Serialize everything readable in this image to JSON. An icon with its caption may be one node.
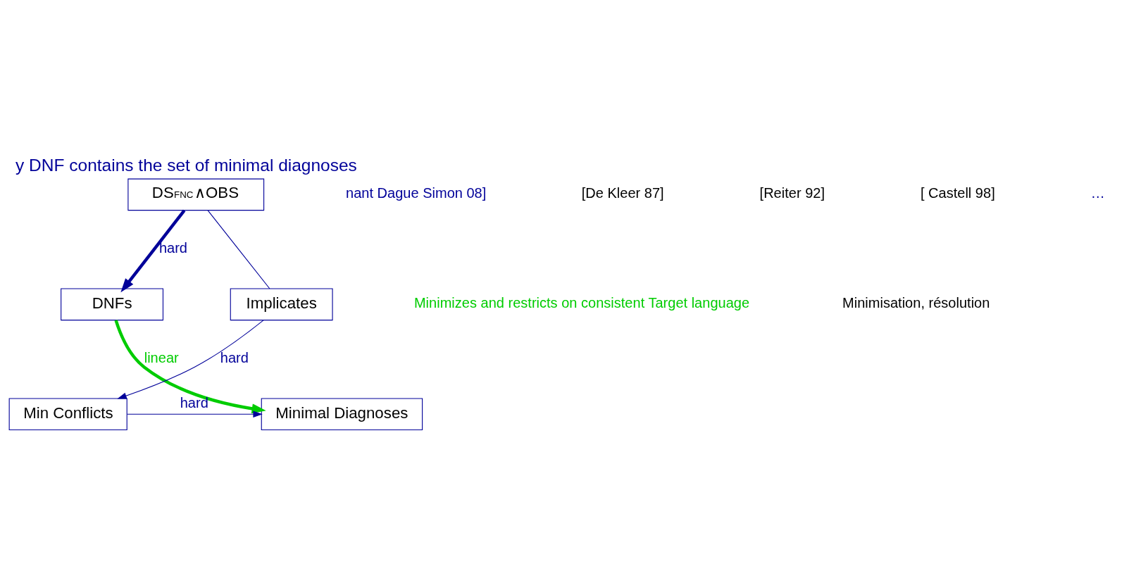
{
  "diagram": {
    "title": "y DNF contains the set of minimal diagnoses",
    "nodes": [
      {
        "text": [
          "DS$^{FNC}$∧OBS"
        ]
      },
      {
        "text": [
          "DNFs"
        ]
      },
      {
        "text": [
          "Implicates"
        ]
      },
      {
        "text": [
          "Minimal Diagnoses"
        ]
      },
      {
        "text": [
          "Min Conflicts"
        ]
      }
    ],
    "edges": [
      {
        "from": 0,
        "to": 1,
        "arrow": "to",
        "label": "hard",
        "style": "thick"
      },
      {
        "from": 0,
        "to": 2,
        "arrow": "none"
      },
      {
        "from": 1,
        "to": 3,
        "arrow": "to",
        "label": "linear",
        "style": "thick",
        "color": "#00cc00"
      },
      {
        "from": 2,
        "to": 4,
        "arrow": "to",
        "label": "hard"
      },
      {
        "from": 4,
        "to": 3,
        "arrow": "to",
        "label": "hard"
      }
    ],
    "labels": [
      "nant Dague Simon 08]",
      "[De Kleer 87]",
      "[Reiter 92]",
      "[ Castell 98]",
      "…",
      "Minimizes and restricts on consistent Target language",
      "Minimisation, résolution"
    ]
  }
}
